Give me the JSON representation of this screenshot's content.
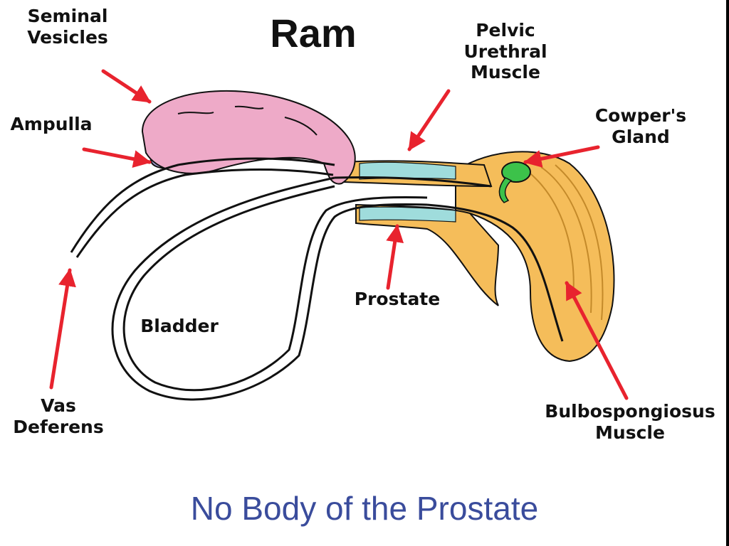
{
  "title": "Ram",
  "caption": "No Body of the Prostate",
  "colors": {
    "arrow": "#e8232e",
    "seminal_vesicles": "#eeaac8",
    "ampulla": "#a89ccf",
    "urethral_lining": "#9fdcdc",
    "bulbospongiosus": "#f5bd5a",
    "cowpers_gland": "#3cc24a",
    "caption": "#3a4c9c",
    "outline": "#111111"
  },
  "labels": {
    "seminal_vesicles": [
      "Seminal",
      "Vesicles"
    ],
    "ampulla": [
      "Ampulla"
    ],
    "pelvic_urethral_muscle": [
      "Pelvic",
      "Urethral",
      "Muscle"
    ],
    "cowpers_gland": [
      "Cowper's",
      "Gland"
    ],
    "prostate": [
      "Prostate"
    ],
    "bladder": [
      "Bladder"
    ],
    "vas_deferens": [
      "Vas",
      "Deferens"
    ],
    "bulbospongiosus_muscle": [
      "Bulbospongiosus",
      "Muscle"
    ]
  }
}
